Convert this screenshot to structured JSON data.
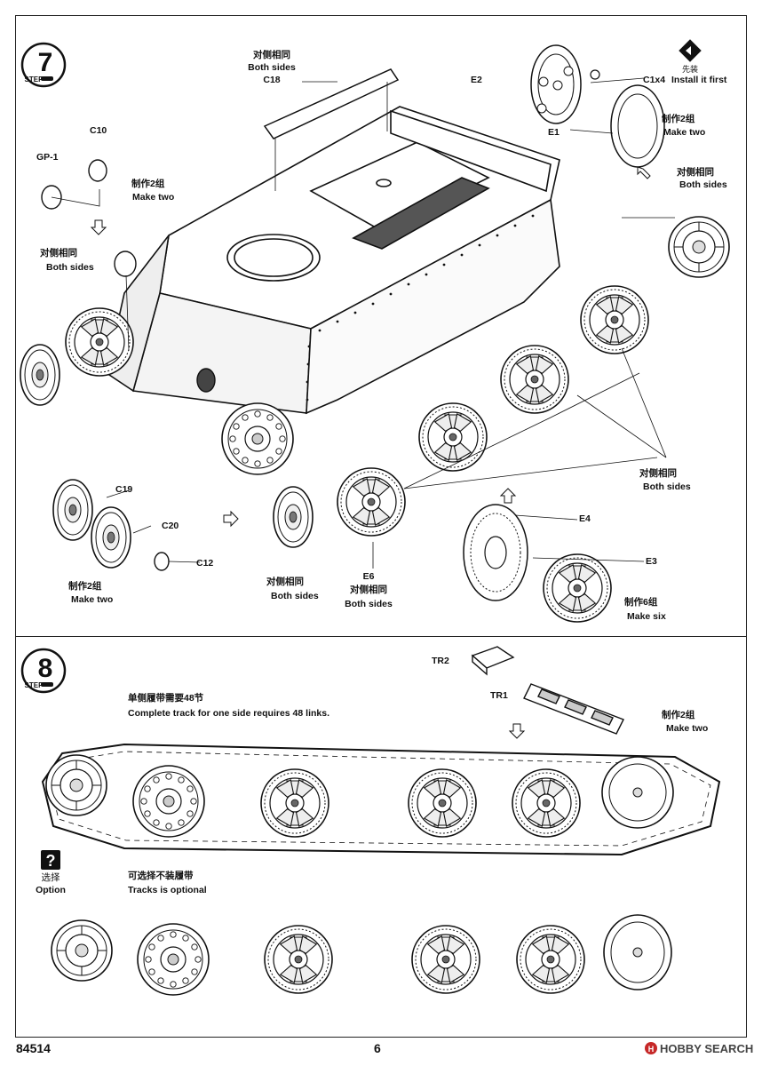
{
  "step7": {
    "number": "7",
    "step_word": "STEP",
    "labels": {
      "c18_cn": "对侧相同",
      "c18_en": "Both sides",
      "c18": "C18",
      "e2": "E2",
      "c1x4": "C1x4",
      "install_first": "Install it first",
      "first_cn": "先装",
      "make2_cn_a": "制作2组",
      "make2_en_a": "Make two",
      "e1": "E1",
      "c10": "C10",
      "gp1": "GP-1",
      "make2_cn_b": "制作2组",
      "make2_en_b": "Make two",
      "both_cn_a": "对侧相同",
      "both_en_a": "Both sides",
      "both_cn_b": "对侧相同",
      "both_en_b": "Both sides",
      "both_cn_c": "对侧相同",
      "both_en_c": "Both sides",
      "c19": "C19",
      "c20": "C20",
      "c12": "C12",
      "make2_cn_c": "制作2组",
      "make2_en_c": "Make two",
      "both_cn_d": "对侧相同",
      "both_en_d": "Both sides",
      "e6": "E6",
      "both_cn_e": "对侧相同",
      "both_en_e": "Both sides",
      "e4": "E4",
      "e3": "E3",
      "make6_cn": "制作6组",
      "make6_en": "Make six"
    }
  },
  "step8": {
    "number": "8",
    "step_word": "STEP",
    "labels": {
      "track_cn": "单侧履带需要48节",
      "track_en": "Complete track for one side requires 48 links.",
      "tr2": "TR2",
      "tr1": "TR1",
      "make2_cn": "制作2组",
      "make2_en": "Make two",
      "option_cn": "选择",
      "option_en": "Option",
      "optional_cn": "可选择不装履带",
      "optional_en": "Tracks is optional"
    }
  },
  "footer": {
    "part_number": "84514",
    "page_number": "6",
    "watermark": "HOBBY SEARCH"
  }
}
